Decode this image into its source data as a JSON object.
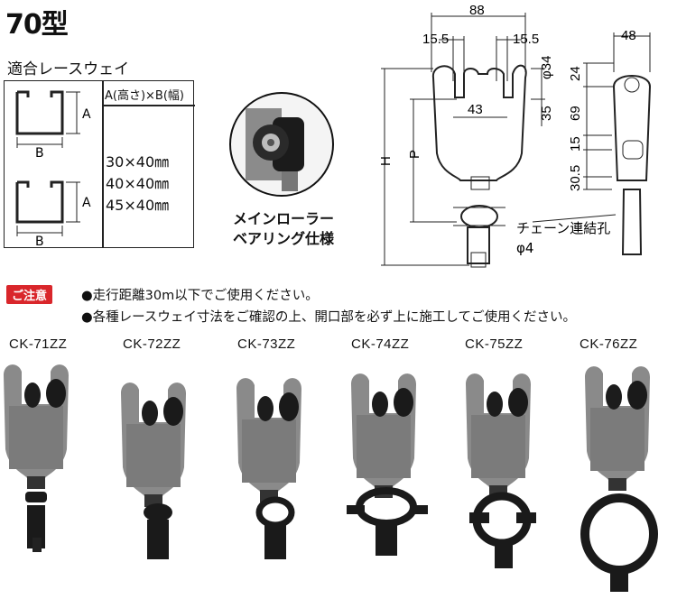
{
  "title": "70型",
  "subtitle": "適合レースウェイ",
  "spec_table": {
    "header": "A(高さ)×B(幅)",
    "sizes": [
      "30×40㎜",
      "40×40㎜",
      "45×40㎜"
    ],
    "label_a": "A",
    "label_b": "B"
  },
  "zoom_caption": {
    "line1": "メインローラー",
    "line2": "ベアリング仕様"
  },
  "drawing": {
    "dim_88": "88",
    "dim_15_5_left": "15.5",
    "dim_15_5_right": "15.5",
    "dim_43": "43",
    "dim_phi34": "φ34",
    "dim_35": "35",
    "dim_H": "H",
    "dim_P": "P",
    "dim_48": "48",
    "dim_24": "24",
    "dim_69": "69",
    "dim_15": "15",
    "dim_30_5": "30.5",
    "chain_hole": "チェーン連結孔",
    "chain_phi": "φ4"
  },
  "notice": {
    "badge": "ご注意",
    "items": [
      "●走行距離30m以下でご使用ください。",
      "●各種レースウェイ寸法をご確認の上、開口部を必ず上に施工してご使用ください。"
    ]
  },
  "models": [
    "CK-71ZZ",
    "CK-72ZZ",
    "CK-73ZZ",
    "CK-74ZZ",
    "CK-75ZZ",
    "CK-76ZZ"
  ],
  "colors": {
    "notice_badge": "#d9262b",
    "product_gray": "#8a8a8a",
    "product_black": "#1a1a1a"
  }
}
